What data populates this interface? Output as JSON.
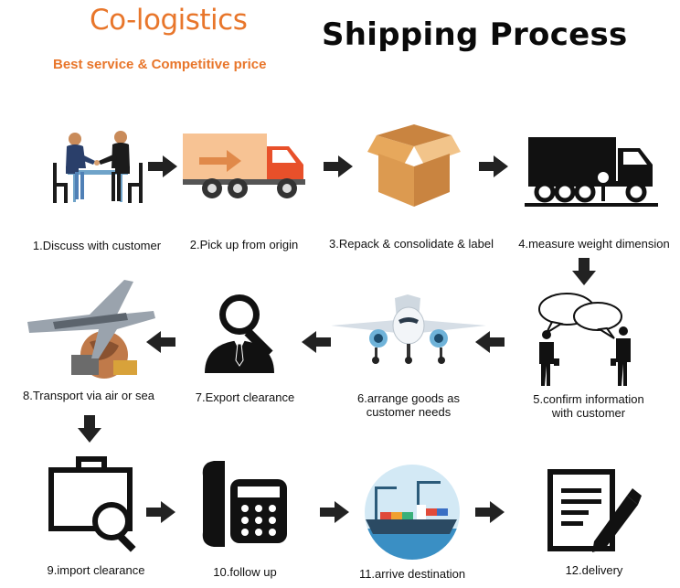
{
  "header": {
    "brand": "Co-logistics",
    "tagline": "Best service & Competitive price",
    "title": "Shipping Process"
  },
  "steps": [
    {
      "label": "1.Discuss with customer",
      "icon": "handshake-meeting-icon"
    },
    {
      "label": "2.Pick up from origin",
      "icon": "delivery-truck-icon"
    },
    {
      "label": "3.Repack & consolidate & label",
      "icon": "cardboard-box-icon"
    },
    {
      "label": "4.measure weight dimension",
      "icon": "truck-scale-icon"
    },
    {
      "label_line1": "5.confirm information",
      "label_line2": "with customer",
      "icon": "conversation-icon"
    },
    {
      "label_line1": "6.arrange goods as",
      "label_line2": "customer needs",
      "icon": "airplane-icon"
    },
    {
      "label": "7.Export clearance",
      "icon": "inspector-magnifier-icon"
    },
    {
      "label": "8.Transport via air or sea",
      "icon": "plane-globe-icon"
    },
    {
      "label": "9.import clearance",
      "icon": "briefcase-search-icon"
    },
    {
      "label": "10.follow up",
      "icon": "telephone-icon"
    },
    {
      "label": "11.arrive destination",
      "icon": "port-ship-icon"
    },
    {
      "label": "12.delivery",
      "icon": "document-sign-icon"
    }
  ],
  "colors": {
    "brand": "#e8762b",
    "arrow": "#222222",
    "text": "#111111"
  }
}
